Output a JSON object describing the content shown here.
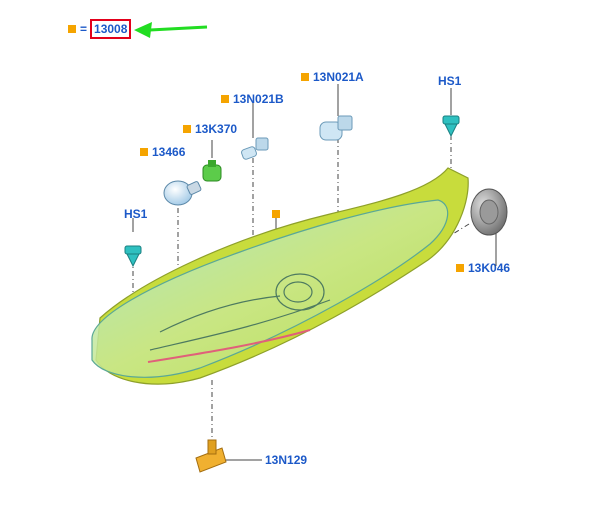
{
  "legend": {
    "equals": "=",
    "reference": "13008",
    "marker_color": "#f5a400",
    "highlight_color": "#e3001b",
    "arrow_color": "#22dd22"
  },
  "labels": {
    "n13466": "13466",
    "n13k370": "13K370",
    "n13n021b": "13N021B",
    "n13n021a": "13N021A",
    "hs1_top": "HS1",
    "hs1_left": "HS1",
    "n13k046": "13K046",
    "n13n129": "13N129"
  },
  "colors": {
    "label_text": "#1c59c8",
    "housing": "#c8dc3c",
    "lens": "#8fd6c8",
    "leader": "#444444"
  }
}
